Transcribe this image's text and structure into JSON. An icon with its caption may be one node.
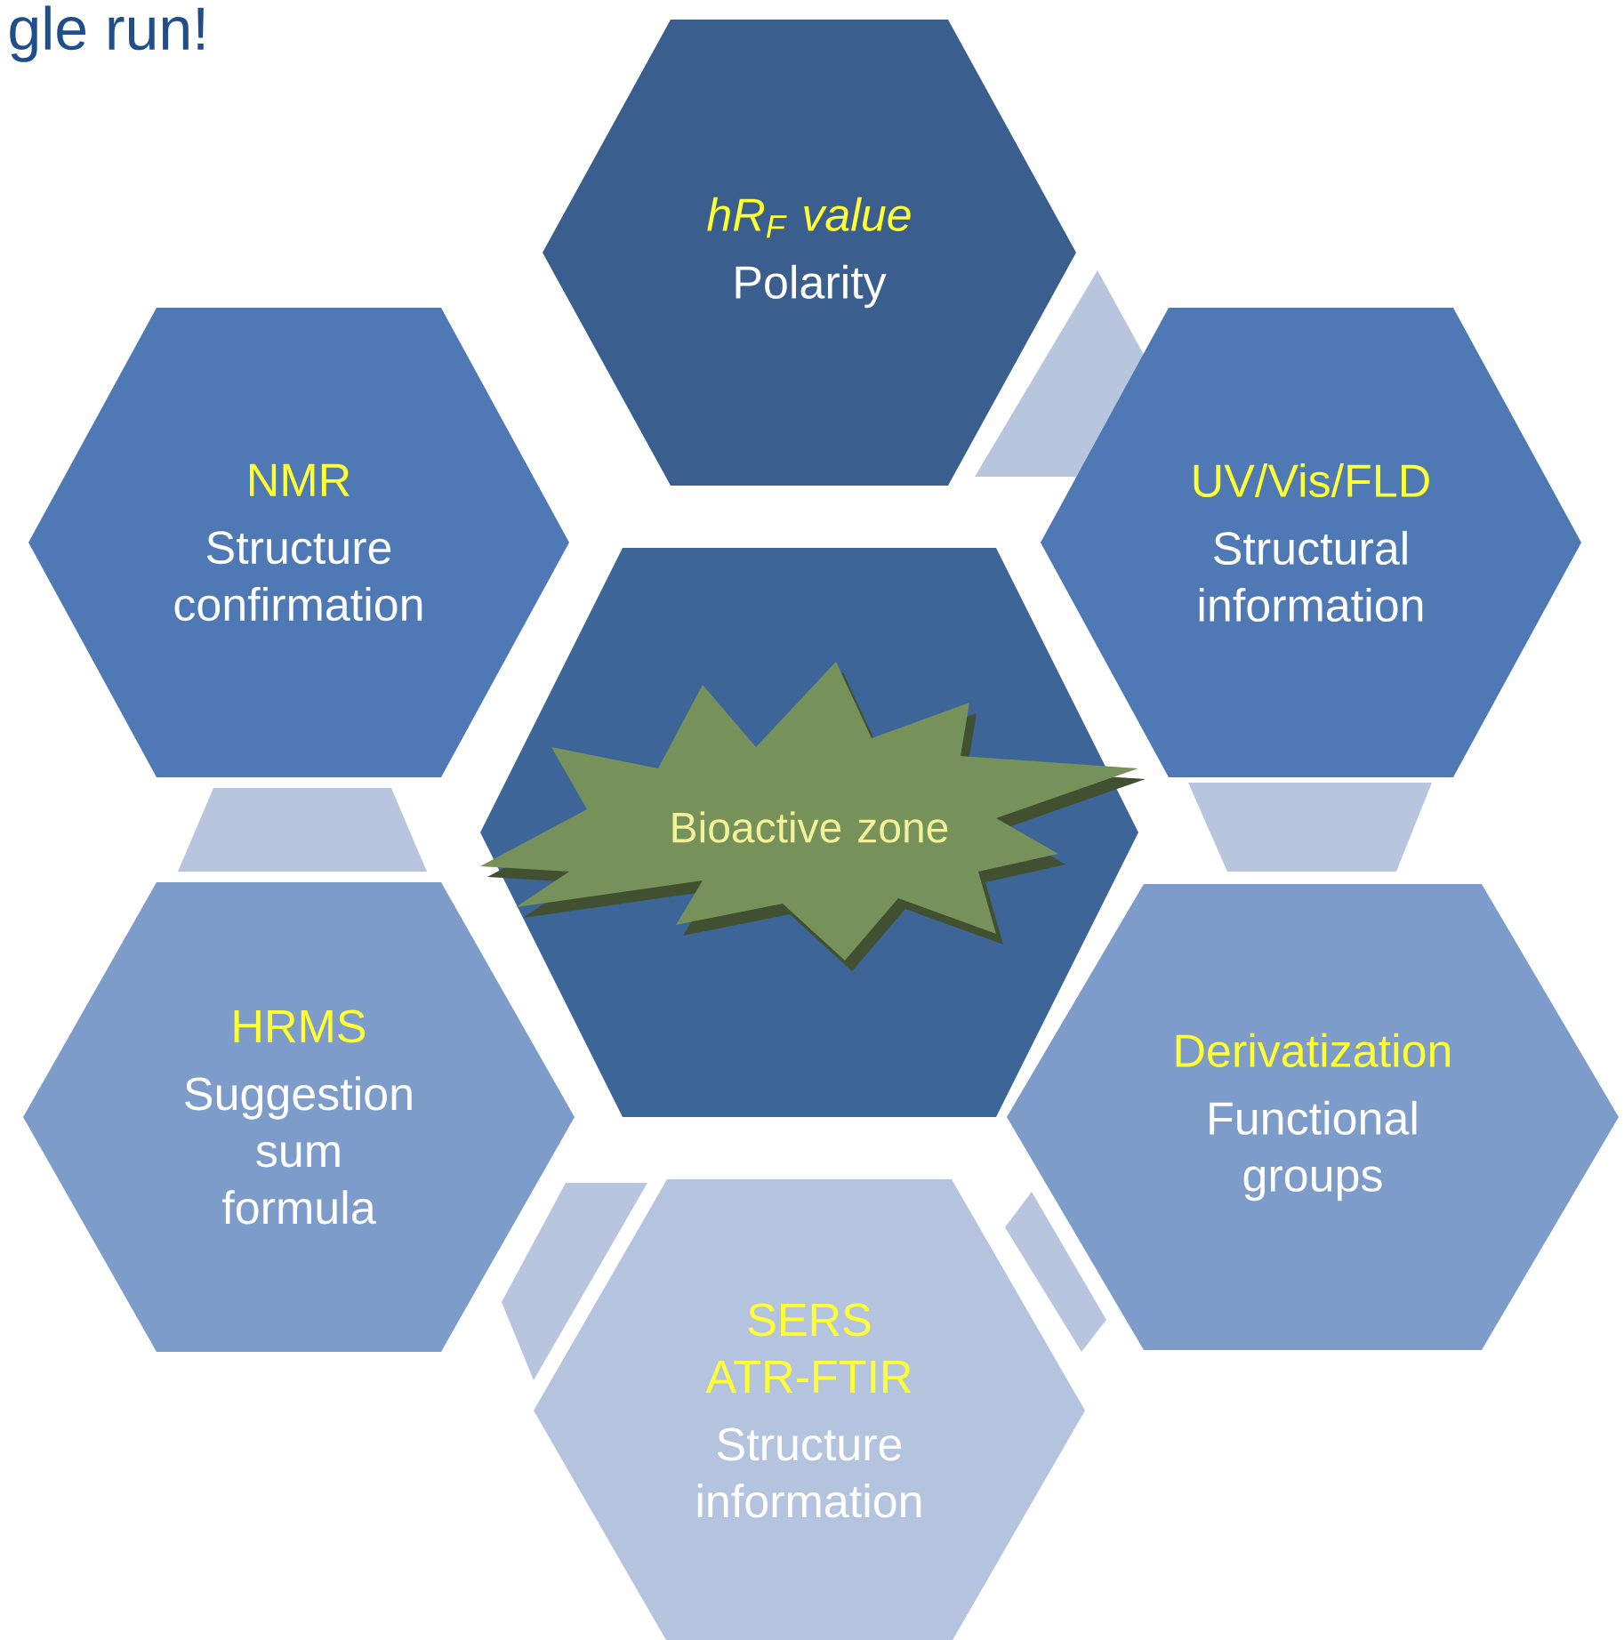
{
  "diagram": {
    "title": "gle run!",
    "nodes": [
      {
        "text": [
          "hR$_{F}$ value",
          "Polarity"
        ]
      },
      {
        "text": [
          "NMR",
          "Structure confirmation"
        ]
      },
      {
        "text": [
          "UV/Vis/FLD",
          "Structural information"
        ]
      },
      {
        "text": [],
        "shape": "hexagon"
      },
      {
        "text": [
          "Bioactive zone"
        ],
        "in": 3
      },
      {
        "text": [
          "HRMS",
          "Suggestion sum formula"
        ]
      },
      {
        "text": [
          "Derivatization",
          "Functional groups"
        ]
      },
      {
        "text": [
          "SERS ATR-FTIR",
          "Structure information"
        ]
      }
    ]
  }
}
